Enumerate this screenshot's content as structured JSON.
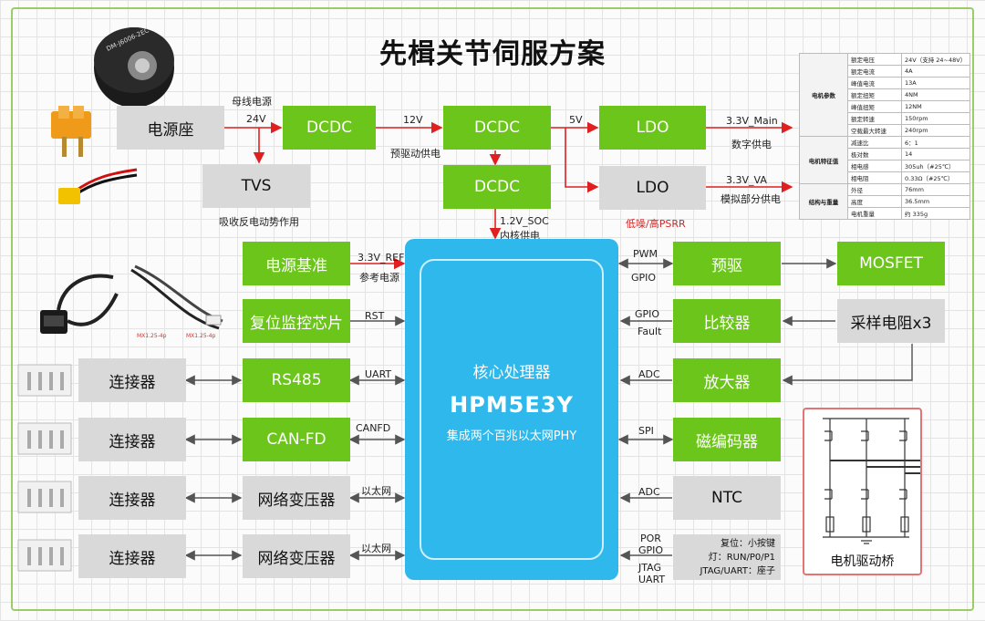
{
  "title": "先楫关节伺服方案",
  "motor_label": "DM-J6006-2EC",
  "power_chain": {
    "power_seat": "电源座",
    "bus_label": "母线电源",
    "v24": "24V",
    "dcdc1": "DCDC",
    "v12": "12V",
    "pre_drive_supply": "预驱动供电",
    "dcdc2": "DCDC",
    "v5": "5V",
    "ldo1": "LDO",
    "v33_main": "3.3V_Main",
    "digital_supply": "数字供电",
    "ldo2": "LDO",
    "v33_va": "3.3V_VA",
    "analog_supply": "模拟部分供电",
    "low_noise": "低噪/高PSRR",
    "tvs": "TVS",
    "tvs_note": "吸收反电动势作用",
    "dcdc3": "DCDC",
    "v12_soc": "1.2V_SOC",
    "core_supply": "内核供电"
  },
  "left_blocks": {
    "ref": "电源基准",
    "ref_sig": "3.3V_REF",
    "ref_note": "参考电源",
    "reset": "复位监控芯片",
    "reset_sig": "RST",
    "rs485": "RS485",
    "uart_sig": "UART",
    "canfd": "CAN-FD",
    "canfd_sig": "CANFD",
    "xfmr1": "网络变压器",
    "eth_sig1": "以太网",
    "xfmr2": "网络变压器",
    "eth_sig2": "以太网",
    "connectors": [
      "连接器",
      "连接器",
      "连接器",
      "连接器"
    ]
  },
  "cpu": {
    "line1": "核心处理器",
    "line2": "HPM5E3Y",
    "line3": "集成两个百兆以太网PHY"
  },
  "right_blocks": {
    "predrive": "预驱",
    "pwm_sig": "PWM",
    "gpio_sig1": "GPIO",
    "mosfet": "MOSFET",
    "comparator": "比较器",
    "gpio_sig2": "GPIO",
    "fault_sig": "Fault",
    "shunt": "采样电阻x3",
    "amplifier": "放大器",
    "adc_sig1": "ADC",
    "encoder": "磁编码器",
    "spi_sig": "SPI",
    "ntc": "NTC",
    "adc_sig2": "ADC",
    "misc_sigs": [
      "POR",
      "GPIO",
      "JTAG",
      "UART"
    ],
    "misc_notes": [
      "复位：小按键",
      "灯：RUN/P0/P1",
      "JTAG/UART：座子"
    ],
    "bridge": "电机驱动桥"
  },
  "param_table": [
    {
      "group": "电机参数",
      "rows": [
        [
          "额定电压",
          "24V（支持 24~48V）"
        ],
        [
          "额定电流",
          "4A"
        ],
        [
          "峰值电流",
          "13A"
        ],
        [
          "额定扭矩",
          "4NM"
        ],
        [
          "峰值扭矩",
          "12NM"
        ],
        [
          "额定转速",
          "150rpm"
        ],
        [
          "空载最大转速",
          "240rpm"
        ]
      ]
    },
    {
      "group": "电机特征值",
      "rows": [
        [
          "减速比",
          "6：1"
        ],
        [
          "极对数",
          "14"
        ],
        [
          "相电感",
          "305uh（#25℃）"
        ],
        [
          "相电阻",
          "0.33Ω（#25℃）"
        ]
      ]
    },
    {
      "group": "结构与重量",
      "rows": [
        [
          "外径",
          "76mm"
        ],
        [
          "高度",
          "36.5mm"
        ],
        [
          "电机重量",
          "约 335g"
        ]
      ]
    }
  ],
  "cable_labels": [
    "MX1.25-4p",
    "MX1.25-4p"
  ],
  "colors": {
    "green": "#6cc51a",
    "gray": "#d9d9d9",
    "blue": "#2fb8ec",
    "red": "#e02020",
    "frame": "#9ccc65"
  }
}
